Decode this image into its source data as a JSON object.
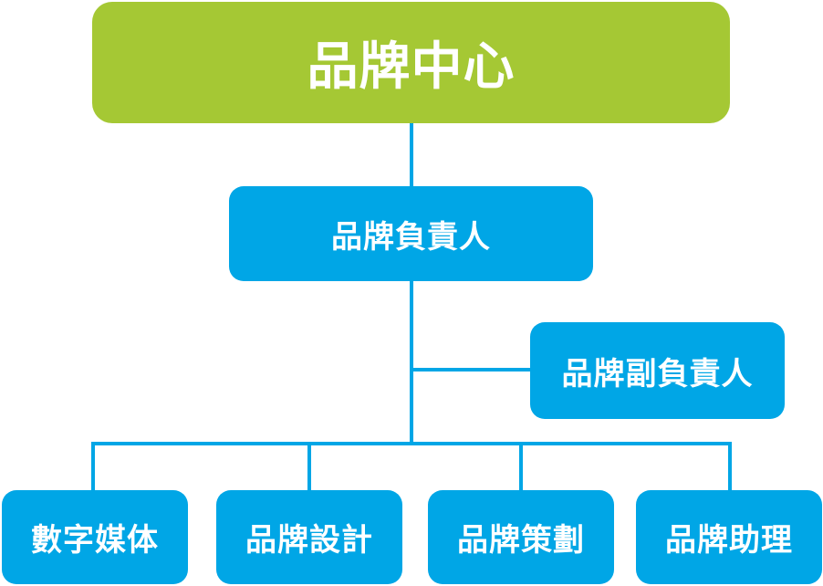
{
  "diagram": {
    "root": {
      "label": "品牌中心"
    },
    "head": {
      "label": "品牌負責人"
    },
    "deputy": {
      "label": "品牌副負責人"
    },
    "departments": [
      {
        "label": "數字媒体"
      },
      {
        "label": "品牌設計"
      },
      {
        "label": "品牌策劃"
      },
      {
        "label": "品牌助理"
      }
    ]
  },
  "colors": {
    "root_fill": "#a5c834",
    "node_fill": "#00a6e6",
    "connector": "#00a6e6",
    "text": "#ffffff"
  }
}
